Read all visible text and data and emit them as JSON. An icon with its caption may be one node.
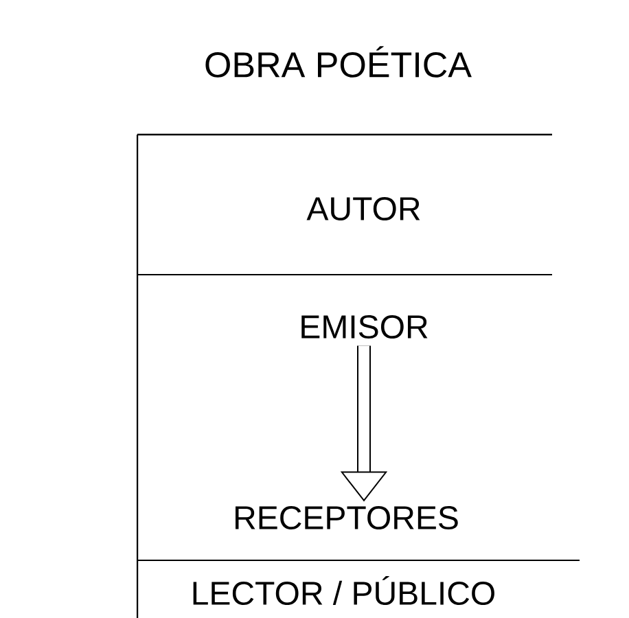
{
  "diagram": {
    "title": "OBRA POÉTICA",
    "nodes": [
      {
        "text": [
          "AUTOR"
        ]
      },
      {
        "text": [
          "EMISOR"
        ]
      },
      {
        "text": [
          "RECEPTORES"
        ]
      },
      {
        "text": [
          "LECTOR / PÚBLICO"
        ]
      }
    ],
    "edges": [
      {
        "from": 1,
        "to": 2,
        "arrow": "to"
      }
    ]
  }
}
